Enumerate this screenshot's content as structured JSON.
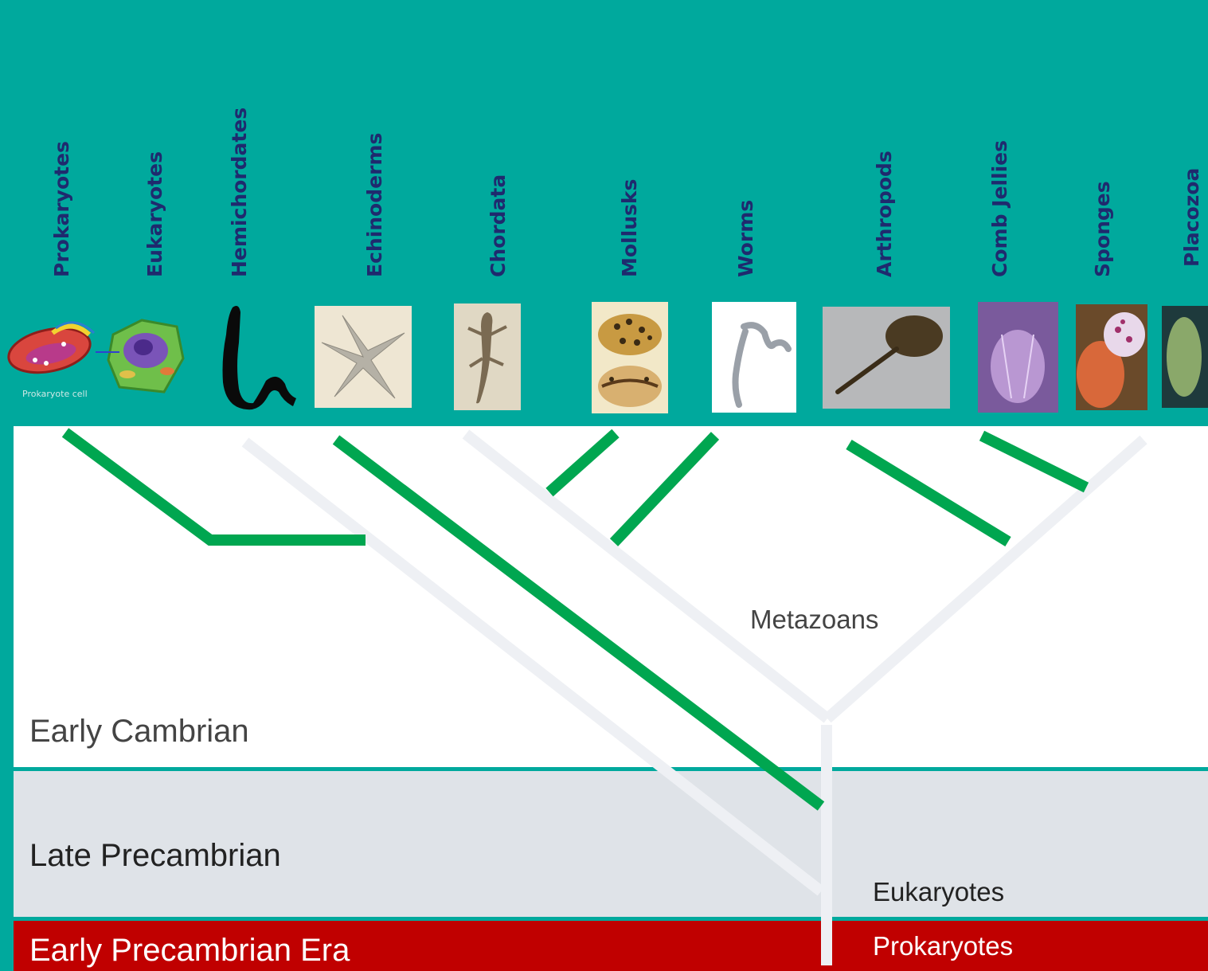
{
  "taxa": [
    {
      "name": "Prokaryotes",
      "icon": "prokaryote-cell-icon"
    },
    {
      "name": "Eukaryotes",
      "icon": "eukaryote-cell-icon"
    },
    {
      "name": "Hemichordates",
      "icon": "acorn-worm-icon"
    },
    {
      "name": "Echinoderms",
      "icon": "starfish-icon"
    },
    {
      "name": "Chordata",
      "icon": "gecko-icon"
    },
    {
      "name": "Mollusks",
      "icon": "cowrie-shell-icon"
    },
    {
      "name": "Worms",
      "icon": "worm-icon"
    },
    {
      "name": "Arthropods",
      "icon": "horseshoe-crab-icon"
    },
    {
      "name": "Comb Jellies",
      "icon": "comb-jelly-icon"
    },
    {
      "name": "Sponges",
      "icon": "sponge-icon"
    },
    {
      "name": "Placozoa",
      "icon": "placozoa-icon"
    }
  ],
  "image_captions": {
    "prokaryote_cell": "Prokaryote cell"
  },
  "eras": [
    {
      "name": "Early Cambrian",
      "color": "#ffffff",
      "text_color": "#444444"
    },
    {
      "name": "Late Precambrian",
      "color": "#dfe3e8",
      "text_color": "#222222"
    },
    {
      "name": "Early Precambrian Era",
      "color": "#c00000",
      "text_color": "#ffffff"
    }
  ],
  "nodes": {
    "metazoans": "Metazoans",
    "eukaryotes": "Eukaryotes",
    "prokaryotes": "Prokaryotes"
  },
  "colors": {
    "header_bg": "#00a99d",
    "branch_green": "#00a650",
    "branch_light": "#eef0f4",
    "taxon_text": "#1f2a6e"
  }
}
